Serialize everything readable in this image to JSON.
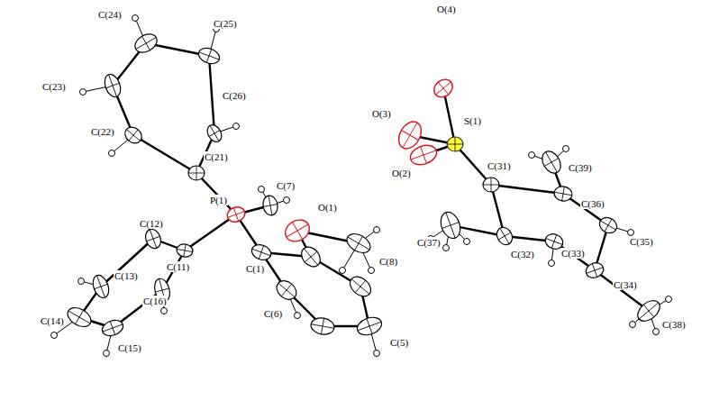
{
  "diagram": {
    "labels": [
      "C(24)",
      "C(25)",
      "C(23)",
      "C(26)",
      "O(4)",
      "O(3)",
      "S(1)",
      "O(2)",
      "C(22)",
      "C(21)",
      "C(31)",
      "C(39)",
      "C(7)",
      "P(1)",
      "O(1)",
      "C(36)",
      "C(37)",
      "C(32)",
      "C(33)",
      "C(35)",
      "C(12)",
      "C(11)",
      "C(1)",
      "C(8)",
      "C(13)",
      "C(16)",
      "C(34)",
      "C(6)",
      "C(14)",
      "C(15)",
      "C(5)",
      "C(38)"
    ]
  }
}
